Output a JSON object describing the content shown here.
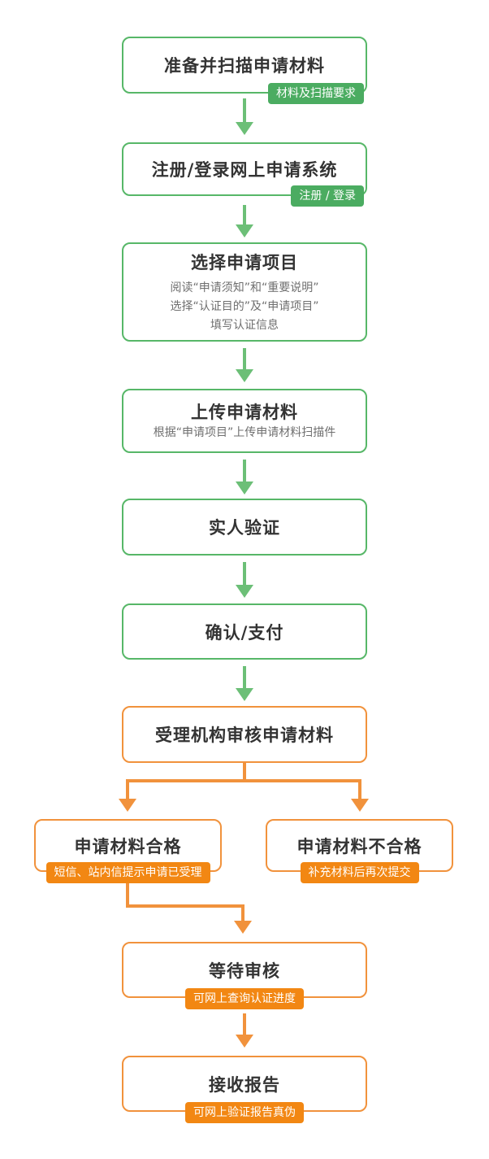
{
  "flow": {
    "colors": {
      "green_border": "#57B768",
      "green_badge": "#4BAC61",
      "green_arrow": "#6CBF77",
      "orange_border": "#F1923C",
      "orange_badge": "#F28713",
      "orange_line": "#F1923C",
      "title_text": "#333333",
      "subtitle_text": "#6F6F6F"
    },
    "nodes": [
      {
        "title": "准备并扫描申请材料",
        "badge": "材料及扫描要求"
      },
      {
        "title": "注册/登录网上申请系统",
        "badge": "注册 / 登录"
      },
      {
        "title": "选择申请项目",
        "subtitles": [
          "阅读“申请须知”和“重要说明”",
          "选择“认证目的”及“申请项目”",
          "填写认证信息"
        ]
      },
      {
        "title": "上传申请材料",
        "subtitles": [
          "根据“申请项目”上传申请材料扫描件"
        ]
      },
      {
        "title": "实人验证"
      },
      {
        "title": "确认/支付"
      },
      {
        "title": "受理机构审核申请材料"
      },
      {
        "title": "申请材料合格",
        "badge": "短信、站内信提示申请已受理"
      },
      {
        "title": "申请材料不合格",
        "badge": "补充材料后再次提交"
      },
      {
        "title": "等待审核",
        "badge": "可网上查询认证进度"
      },
      {
        "title": "接收报告",
        "badge": "可网上验证报告真伪"
      }
    ]
  }
}
